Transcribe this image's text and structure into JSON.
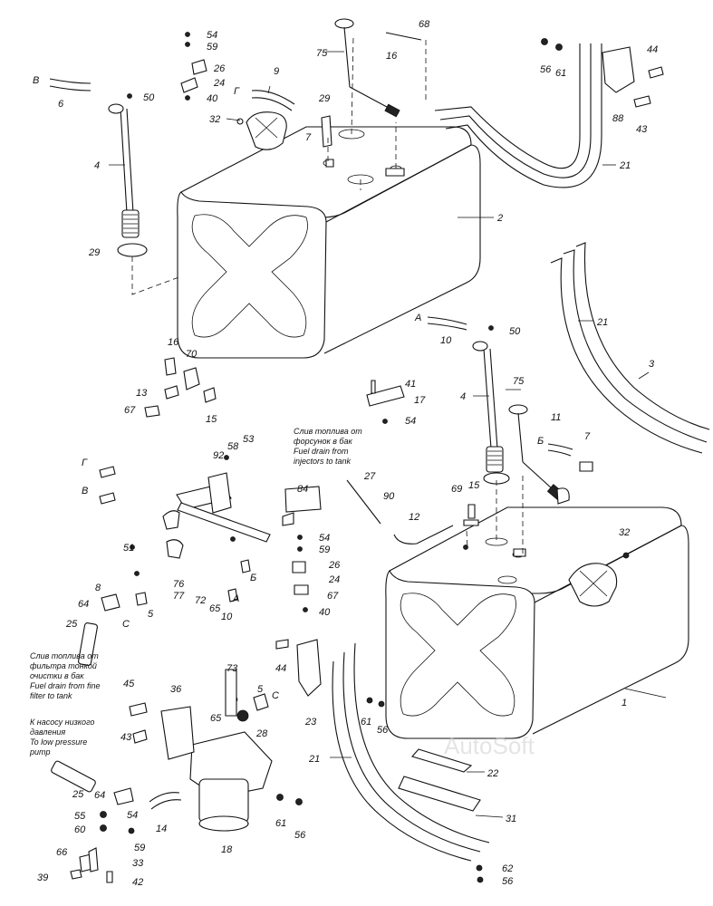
{
  "labels": {
    "l1": "1",
    "l2": "2",
    "l3": "3",
    "l4a": "4",
    "l4b": "4",
    "l5a": "5",
    "l5b": "5",
    "l6": "6",
    "l7a": "7",
    "l7b": "7",
    "l8": "8",
    "l9": "9",
    "l10a": "10",
    "l10b": "10",
    "l11": "11",
    "l12": "12",
    "l13": "13",
    "l14": "14",
    "l15a": "15",
    "l15b": "15",
    "l16a": "16",
    "l16b": "16",
    "l17": "17",
    "l18": "18",
    "l21a": "21",
    "l21b": "21",
    "l21c": "21",
    "l22": "22",
    "l23": "23",
    "l24a": "24",
    "l24b": "24",
    "l25a": "25",
    "l25b": "25",
    "l26a": "26",
    "l26b": "26",
    "l27": "27",
    "l28": "28",
    "l29a": "29",
    "l29b": "29",
    "l31": "31",
    "l32a": "32",
    "l32b": "32",
    "l33": "33",
    "l36": "36",
    "l39": "39",
    "l40a": "40",
    "l40b": "40",
    "l41": "41",
    "l42": "42",
    "l43a": "43",
    "l43b": "43",
    "l44a": "44",
    "l44b": "44",
    "l45": "45",
    "l50a": "50",
    "l50b": "50",
    "l51": "51",
    "l53": "53",
    "l54a": "54",
    "l54b": "54",
    "l54c": "54",
    "l54d": "54",
    "l55": "55",
    "l56a": "56",
    "l56b": "56",
    "l56c": "56",
    "l56d": "56",
    "l58": "58",
    "l59a": "59",
    "l59b": "59",
    "l59c": "59",
    "l60": "60",
    "l61a": "61",
    "l61b": "61",
    "l61c": "61",
    "l62": "62",
    "l64a": "64",
    "l64b": "64",
    "l65a": "65",
    "l65b": "65",
    "l66": "66",
    "l67a": "67",
    "l67b": "67",
    "l68": "68",
    "l69": "69",
    "l70": "70",
    "l72": "72",
    "l73": "73",
    "l75a": "75",
    "l75b": "75",
    "l76": "76",
    "l77": "77",
    "l84": "84",
    "l88": "88",
    "l90": "90",
    "l92": "92"
  },
  "letters": {
    "a1": "А",
    "a2": "А",
    "b1": "Б",
    "b2": "Б",
    "v1": "В",
    "v2": "В",
    "g1": "Г",
    "g2": "Г",
    "s1": "С",
    "s2": "С"
  },
  "notes": {
    "drain_injectors": [
      "Слив топлива от",
      "форсунок в бак",
      "Fuel drain from",
      "injectors to tank"
    ],
    "drain_filter": [
      "Слив топлива от",
      "фильтра тонкой",
      "очистки в бак",
      "Fuel drain from fine",
      "filter to tank"
    ],
    "low_pressure": [
      "К насосу низкого",
      "давления",
      "To low pressure",
      "pump"
    ]
  },
  "watermark": "AutoSoft"
}
